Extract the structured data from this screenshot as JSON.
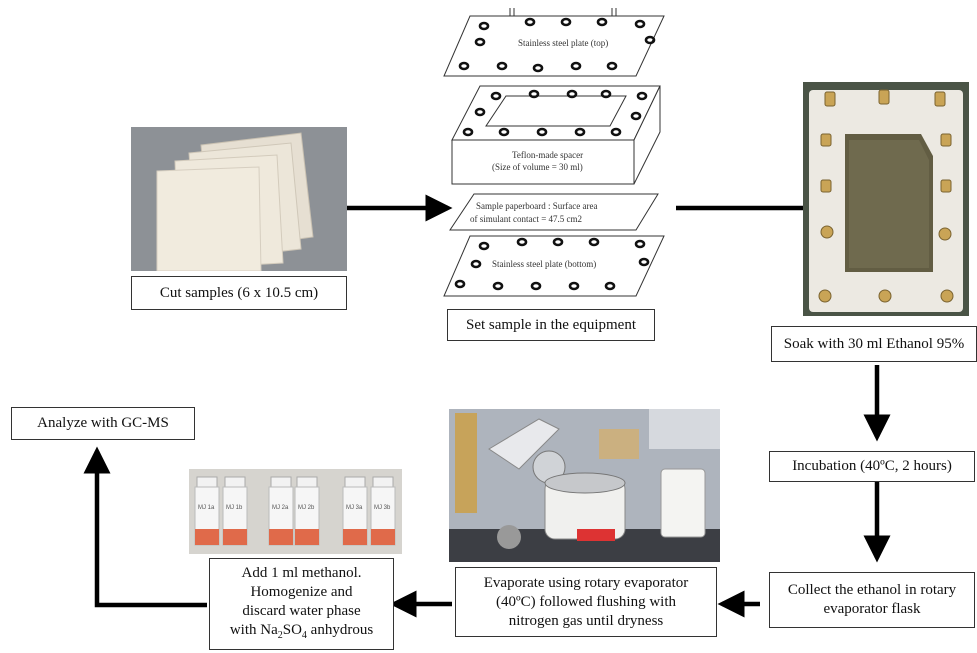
{
  "steps": {
    "cut": "Cut samples (6 x 10.5 cm)",
    "set": "Set sample in the equipment",
    "soak": "Soak with 30 ml Ethanol 95%",
    "incubation": "Incubation (40ºC, 2 hours)",
    "collect_line1": "Collect the ethanol in rotary",
    "collect_line2": "evaporator flask",
    "evap_line1": "Evaporate using rotary evaporator",
    "evap_line2": "(40ºC) followed flushing with",
    "evap_line3": "nitrogen gas until dryness",
    "add_line1": "Add 1 ml methanol.",
    "add_line2": "Homogenize and",
    "add_line3": "discard water phase",
    "add_line4_pre": "with Na",
    "add_sub1": "2",
    "add_mid": "SO",
    "add_sub2": "4",
    "add_post": " anhydrous",
    "analyze": "Analyze with GC-MS"
  },
  "apparatus": {
    "top_plate": "Stainless steel plate (top)",
    "spacer_line1": "Teflon-made spacer",
    "spacer_line2": "(Size of volume = 30 ml)",
    "sample_line1": "Sample paperboard : Surface area",
    "sample_line2": "of simulant contact = 47.5 cm2",
    "bottom_plate": "Stainless steel plate (bottom)"
  },
  "vial_labels": [
    "MJ 1a",
    "MJ 1b",
    "MJ 2a",
    "MJ 2b",
    "MJ 3a",
    "MJ 3b"
  ],
  "colors": {
    "arrow": "#000000",
    "sample_liquid": "#e06a4a",
    "photo_bg": "#8a8f95"
  }
}
